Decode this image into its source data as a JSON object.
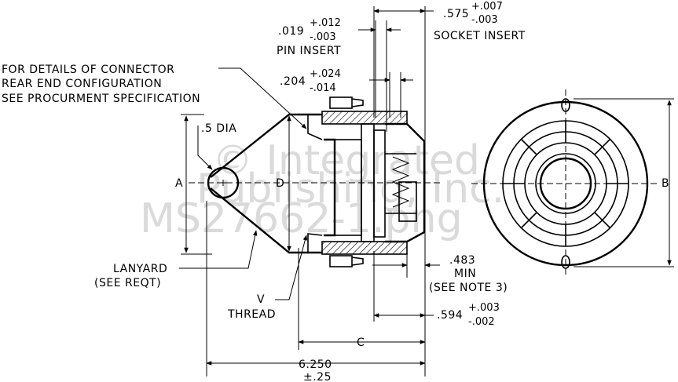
{
  "notes": {
    "details_line1": "FOR DETAILS OF CONNECTOR",
    "details_line2": "REAR END CONFIGURATION",
    "details_line3": "SEE PROCURMENT SPECIFICATION"
  },
  "dims": {
    "pin_insert_nominal": ".019",
    "pin_insert_plus": "+.012",
    "pin_insert_minus": "-.003",
    "pin_insert_label": "PIN INSERT",
    "socket_insert_nominal": ".575",
    "socket_insert_plus": "+.007",
    "socket_insert_minus": "-.003",
    "socket_insert_label": "SOCKET INSERT",
    "d204_nominal": ".204",
    "d204_plus": "+.024",
    "d204_minus": "-.014",
    "dia_label": ".5 DIA",
    "a_label": "A",
    "d_label": "D",
    "b_label": "B",
    "c_label": "C",
    "v_label": "V",
    "thread_label": "THREAD",
    "lanyard_label": "LANYARD",
    "lanyard_note": "(SEE REQT)",
    "min_nominal": ".483",
    "min_label": "MIN",
    "min_note": "(SEE NOTE 3)",
    "d594_nominal": ".594",
    "d594_plus": "+.003",
    "d594_minus": "-.002",
    "overall_nominal": "6.250",
    "overall_tol": "±.25"
  },
  "watermark": {
    "line1": "© Integrated",
    "line2": "Publishing, Inc.",
    "line3": "MS27662-1.png"
  }
}
